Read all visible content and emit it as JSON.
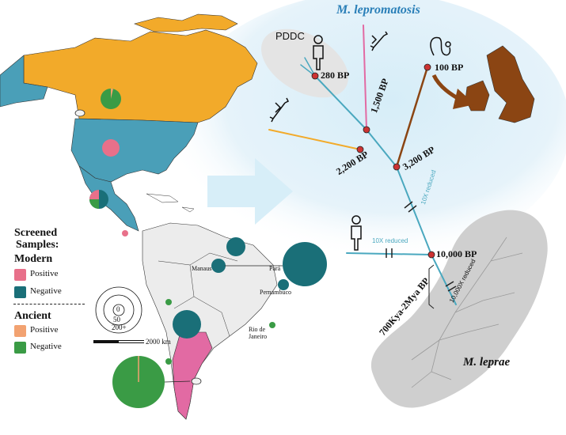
{
  "title": "M. lepromatosis",
  "outgroup_label": "M. leprae",
  "pddc_label": "PDDC",
  "nodes": {
    "n280": "280 BP",
    "n100": "100 BP",
    "n1500": "1,500 BP",
    "n2200": "2,200 BP",
    "n3200": "3,200 BP",
    "n10000": "10,000 BP",
    "root": "700Kya-2Mya BP"
  },
  "branch_notes": {
    "b1": "10X reduced",
    "b2": "10X reduced",
    "b3": "10,000X reduced"
  },
  "legend": {
    "title_line1": "Screened",
    "title_line2": "Samples:",
    "modern": "Modern",
    "ancient": "Ancient",
    "positive": "Positive",
    "negative": "Negative",
    "colors": {
      "modern_positive": "#e8708a",
      "modern_negative": "#1a6f78",
      "ancient_positive": "#f2a271",
      "ancient_negative": "#3a9b45"
    }
  },
  "size_key": {
    "inner": "0",
    "mid": "50",
    "outer": "200+"
  },
  "scale_bar": "2000 km",
  "places": {
    "manaus": "Manaus",
    "para": "Pará",
    "pernambuco": "Pernambuco",
    "rio_line1": "Rio de",
    "rio_line2": "Janeiro"
  },
  "colors": {
    "usa": "#4a9fb8",
    "canada": "#f2aa2a",
    "south_america": "#ececec",
    "argentina": "#e26aa3",
    "uk": "#8b4513",
    "tree_bg": "#dbeef8",
    "tree_branch": "#4aa8bf",
    "node_dot": "#cc3333",
    "leprae_blob": "#cfcfcf"
  },
  "icons": [
    "person-icon",
    "bone-icon",
    "squirrel-icon",
    "armadillo-icon",
    "arrow-icon"
  ]
}
